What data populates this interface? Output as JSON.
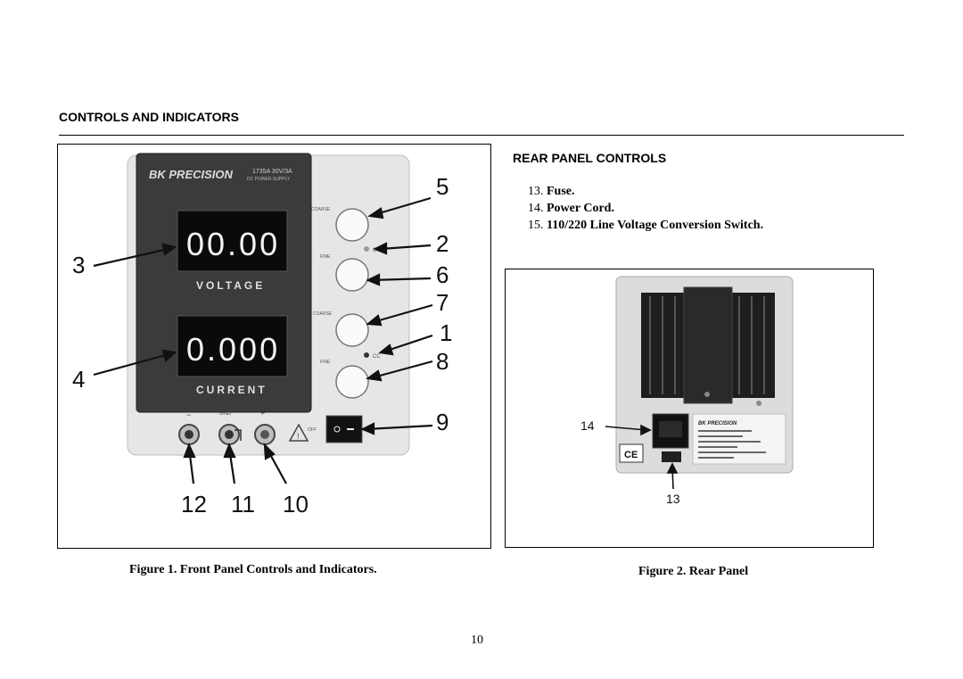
{
  "heading": "CONTROLS AND INDICATORS",
  "rear_panel": {
    "title": "REAR PANEL CONTROLS",
    "items": [
      {
        "num": "13.",
        "text": "Fuse."
      },
      {
        "num": "14.",
        "text": "Power Cord."
      },
      {
        "num": "15.",
        "text": "110/220 Line Voltage Conversion Switch."
      }
    ]
  },
  "figure1": {
    "caption": "Figure 1. Front Panel Controls and Indicators.",
    "brand": "BK PRECISION",
    "model": "1735A 30V/3A",
    "model_sub": "DC POWER SUPPLY",
    "voltage_display": "00.00",
    "current_display": "0.000",
    "voltage_label": "VOLTAGE",
    "current_label": "CURRENT",
    "knob_labels": [
      "COARSE",
      "FINE",
      "COARSE",
      "FINE"
    ],
    "cv_label": "CV",
    "cc_label": "CC",
    "terminal_labels": [
      "−",
      "GND",
      "+"
    ],
    "switch_label": "OFF",
    "callouts": [
      "1",
      "2",
      "3",
      "4",
      "5",
      "6",
      "7",
      "8",
      "9",
      "10",
      "11",
      "12"
    ]
  },
  "figure2": {
    "caption": "Figure 2. Rear Panel",
    "brand": "BK PRECISION",
    "ce_mark": "CE",
    "callouts": [
      "13",
      "14"
    ]
  },
  "page_number": "10"
}
